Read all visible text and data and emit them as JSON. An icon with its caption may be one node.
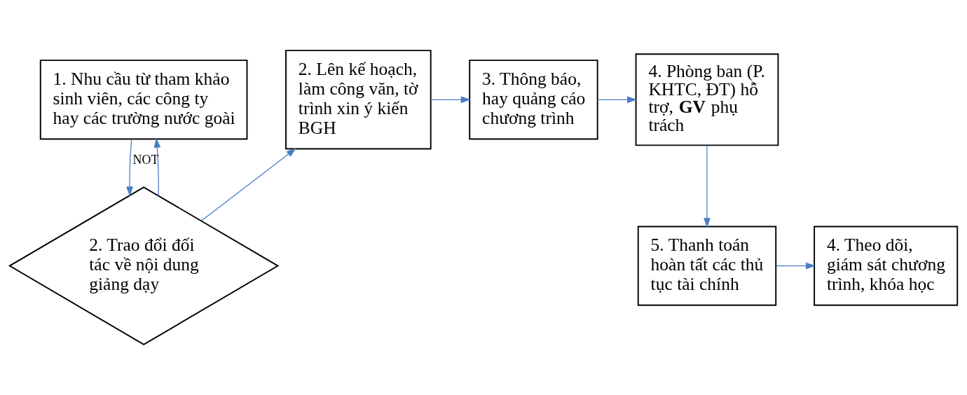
{
  "diagram": {
    "nodes": [
      {
        "text": [
          "1. Nhu cầu từ tham khảo sinh viên, các công ty hay các trường nước goài"
        ]
      },
      {
        "text": [
          "2. Trao đổi đối tác về nội dung giảng dạy"
        ]
      },
      {
        "text": [
          "2. Lên kế hoạch, làm công văn, tờ trình xin ý kiến BGH"
        ]
      },
      {
        "text": [
          "3. Thông báo, hay quảng cáo chương trình"
        ]
      },
      {
        "text": [
          "4. Phòng ban (P. KHTC, ĐT) hỗ trợ, **GV** phụ trách"
        ]
      },
      {
        "text": [
          "5. Thanh toán hoàn tất các thủ tục tài chính"
        ]
      },
      {
        "text": [
          "4. Theo dõi, giám sát chương trình, khóa học"
        ]
      }
    ],
    "edges": [
      {
        "from": 0,
        "to": 1,
        "arrow": "to"
      },
      {
        "from": 1,
        "to": 0,
        "arrow": "to",
        "label": "NOT"
      },
      {
        "from": 1,
        "to": 2,
        "arrow": "to"
      },
      {
        "from": 2,
        "to": 3,
        "arrow": "to"
      },
      {
        "from": 3,
        "to": 4,
        "arrow": "to"
      },
      {
        "from": 4,
        "to": 5,
        "arrow": "to"
      },
      {
        "from": 5,
        "to": 6,
        "arrow": "to"
      }
    ]
  }
}
